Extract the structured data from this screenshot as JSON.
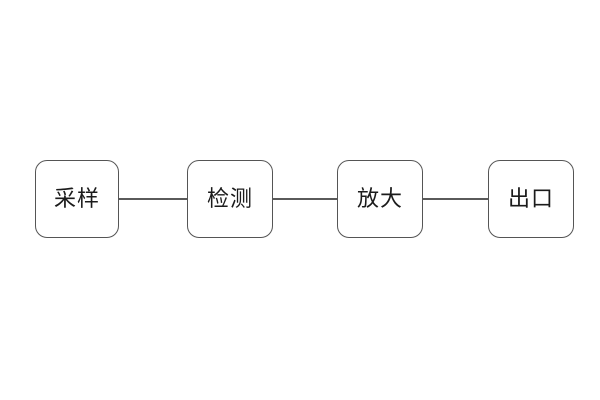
{
  "diagram": {
    "type": "flowchart",
    "direction": "left-to-right",
    "nodes": [
      {
        "id": "node-1",
        "label": "采样"
      },
      {
        "id": "node-2",
        "label": "检测"
      },
      {
        "id": "node-3",
        "label": "放大"
      },
      {
        "id": "node-4",
        "label": "出口"
      }
    ],
    "connections": [
      {
        "from": "采样",
        "to": "检测"
      },
      {
        "from": "检测",
        "to": "放大"
      },
      {
        "from": "放大",
        "to": "出口"
      }
    ],
    "colors": {
      "background": "#ffffff",
      "node_fill": "#ffffff",
      "node_border": "#555555",
      "connector": "#5a5a5a",
      "text": "#1b1b1b"
    }
  }
}
